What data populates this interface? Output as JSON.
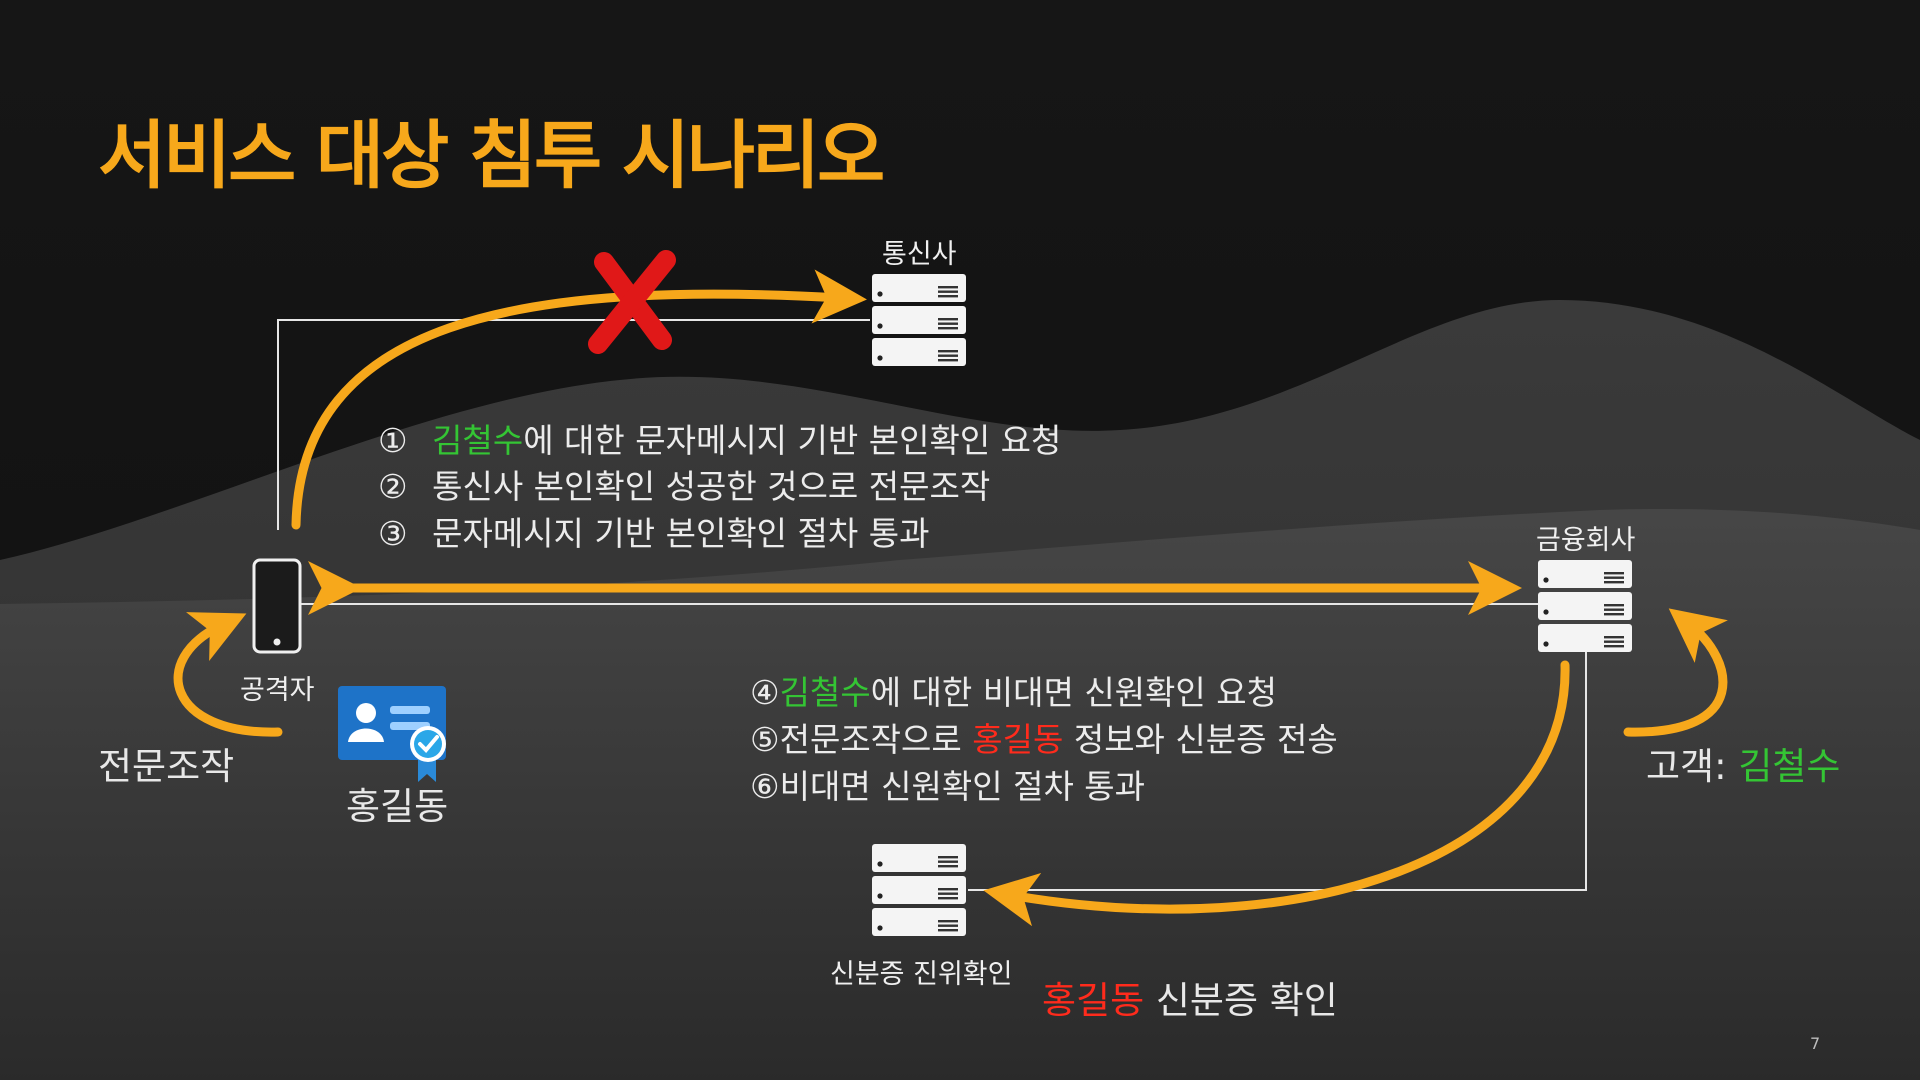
{
  "title": "서비스 대상 침투 시나리오",
  "nodes": {
    "telecom": "통신사",
    "finance": "금융회사",
    "attacker": "공격자",
    "id_verify": "신분증 진위확인"
  },
  "steps_top": [
    {
      "num": "①",
      "highlight": "김철수",
      "rest": "에 대한 문자메시지 기반 본인확인 요청"
    },
    {
      "num": "②",
      "text": "통신사 본인확인 성공한 것으로 전문조작"
    },
    {
      "num": "③",
      "text": "문자메시지 기반 본인확인 절차 통과"
    }
  ],
  "steps_bottom": [
    {
      "num": "④",
      "highlight": "김철수",
      "rest": "에 대한 비대면 신원확인 요청"
    },
    {
      "num": "⑤",
      "pre": "전문조작으로 ",
      "highlight": "홍길동",
      "rest": " 정보와 신분증 전송"
    },
    {
      "num": "⑥",
      "text": "비대면 신원확인 절차 통과"
    }
  ],
  "left_label": "전문조작",
  "id_card_name": "홍길동",
  "customer": {
    "label": "고객: ",
    "name": "김철수"
  },
  "id_check": {
    "name": "홍길동",
    "rest": " 신분증 확인"
  },
  "page_number": "7",
  "colors": {
    "accent": "#f7a81b",
    "green": "#34c534",
    "red": "#ff2b1c",
    "background": "#141414"
  },
  "icons": [
    "server-icon",
    "smartphone-icon",
    "id-card-icon",
    "verified-badge-icon",
    "blocked-x-icon"
  ]
}
